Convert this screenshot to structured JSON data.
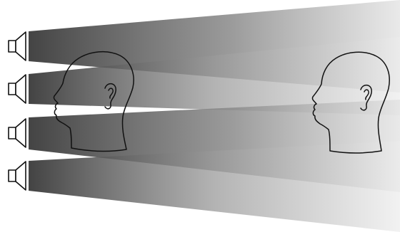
{
  "diagram": {
    "kind": "speaker-array-sound-beams",
    "speaker_count": 4,
    "listener_count": 2,
    "speakers": [
      {
        "icon": "loudspeaker-icon"
      },
      {
        "icon": "loudspeaker-icon"
      },
      {
        "icon": "loudspeaker-icon"
      },
      {
        "icon": "loudspeaker-icon"
      }
    ],
    "listeners": [
      {
        "icon": "head-profile-icon",
        "position": "near"
      },
      {
        "icon": "head-profile-icon",
        "position": "far"
      }
    ],
    "colors": {
      "beam_dark": "#3a3a3a",
      "beam_mid": "#8a8a8a",
      "beam_light": "#e2e2e2",
      "outline": "#111111",
      "background": "#ffffff"
    }
  }
}
